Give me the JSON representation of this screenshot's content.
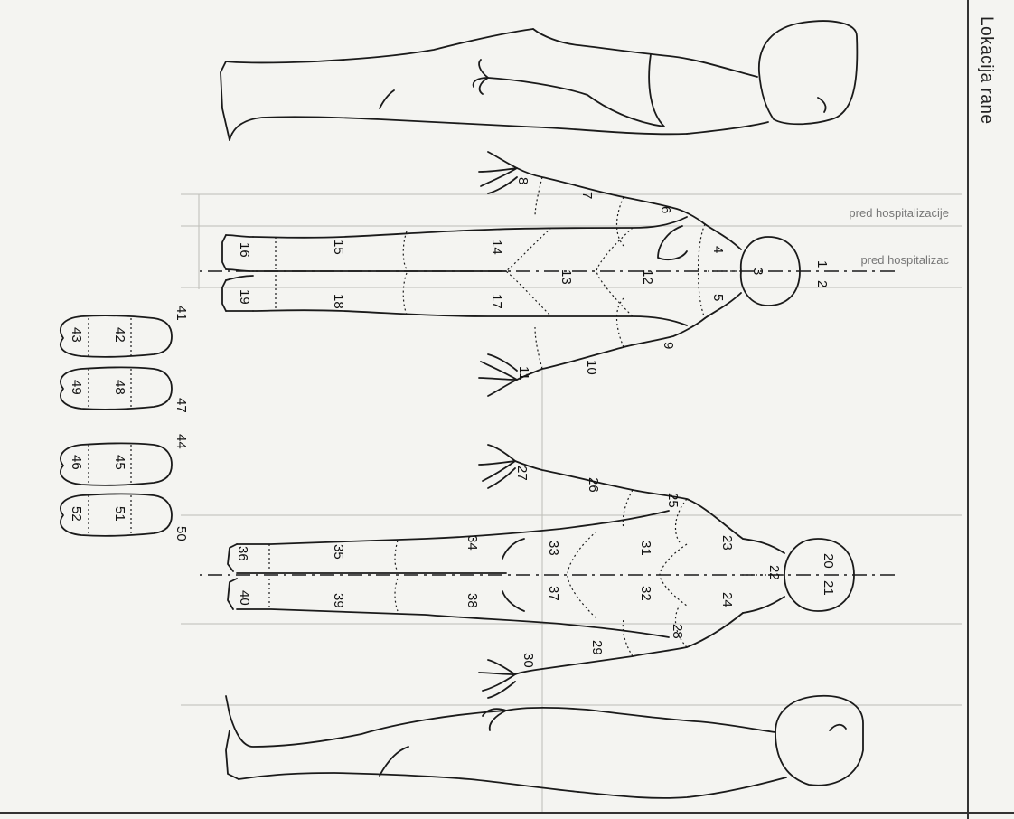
{
  "title": "Lokacija rane",
  "regions": [
    "1",
    "2",
    "3",
    "4",
    "5",
    "6",
    "7",
    "8",
    "9",
    "10",
    "11",
    "12",
    "13",
    "14",
    "15",
    "16",
    "17",
    "18",
    "19",
    "20",
    "21",
    "22",
    "23",
    "24",
    "25",
    "26",
    "27",
    "28",
    "29",
    "30",
    "31",
    "32",
    "33",
    "34",
    "35",
    "36",
    "37",
    "38",
    "39",
    "40",
    "41",
    "42",
    "43",
    "44",
    "45",
    "46",
    "47",
    "48",
    "49",
    "50",
    "51",
    "52"
  ],
  "faint_text": [
    "pred hospitalizacije",
    "pred hospitalizac"
  ]
}
